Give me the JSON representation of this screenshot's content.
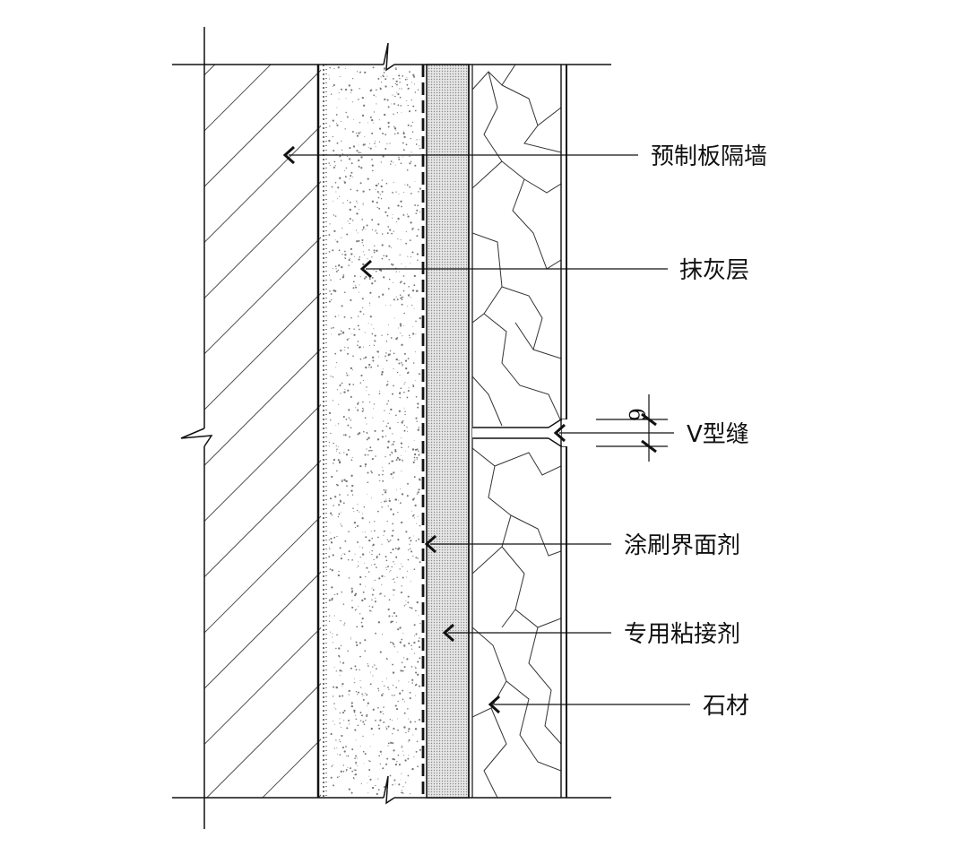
{
  "labels": {
    "partition_wall": "预制板隔墙",
    "plaster_layer": "抹灰层",
    "v_joint": "V型缝",
    "interface_agent": "涂刷界面剂",
    "adhesive": "专用粘接剂",
    "stone": "石材"
  },
  "dimension": "6"
}
